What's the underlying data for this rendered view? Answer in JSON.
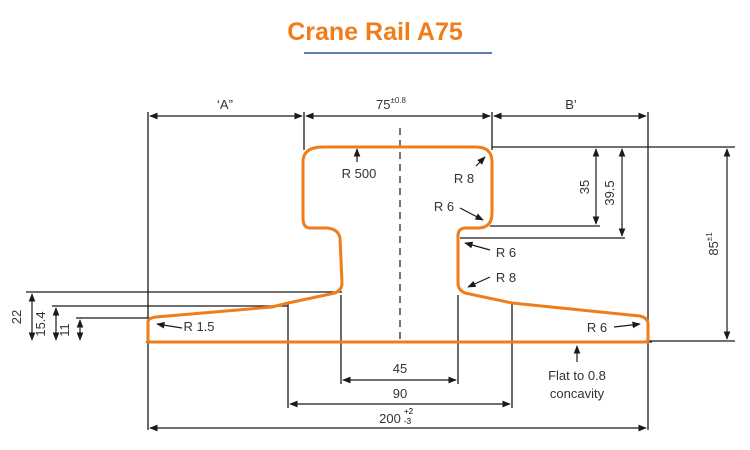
{
  "title": "Crane Rail A75",
  "colors": {
    "profile": "#ef7d1a",
    "line": "#1a1a1a",
    "title_underline": "#5b7fb6"
  },
  "dimensions": {
    "a_label": "‘A”",
    "b_label": "B’",
    "head_width": "75",
    "head_width_tol": "±0.8",
    "height": "85",
    "height_tol": "±1",
    "head_depth": "35",
    "head_to_web": "39.5",
    "flange_22": "22",
    "flange_15_4": "15.4",
    "flange_11": "11",
    "web": "45",
    "base_inner": "90",
    "base_width": "200",
    "base_tol_plus": "+2",
    "base_tol_minus": "-3"
  },
  "radii": {
    "r500": "R 500",
    "r8_top": "R 8",
    "r6_left": "R 6",
    "r6_right": "R 6",
    "r8_right": "R 8",
    "r1_5": "R 1.5",
    "r6_base": "R 6"
  },
  "note": {
    "line1": "Flat to 0.8",
    "line2": "concavity"
  }
}
